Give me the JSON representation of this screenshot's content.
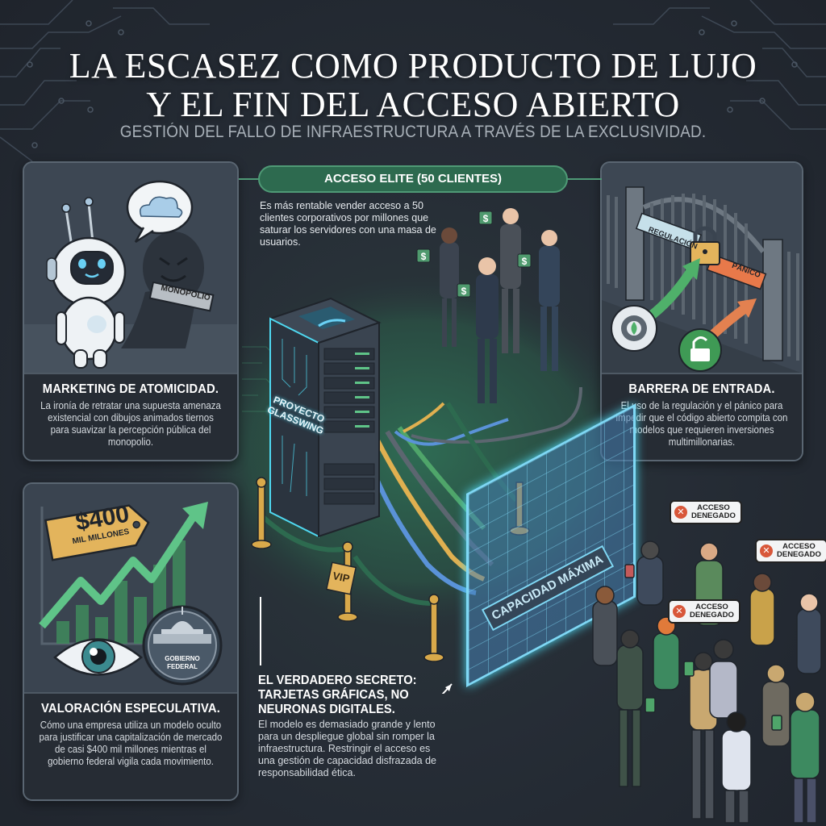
{
  "header": {
    "title_line1": "LA ESCASEZ COMO PRODUCTO DE LUJO",
    "title_line2": "Y EL FIN DEL ACCESO ABIERTO",
    "subtitle": "GESTIÓN DEL FALLO DE INFRAESTRUCTURA A TRAVÉS DE LA EXCLUSIVIDAD."
  },
  "cards": {
    "marketing": {
      "heading": "MARKETING DE ATOMICIDAD.",
      "body": "La ironía de retratar una supuesta amenaza existencial con dibujos animados tiernos para suavizar la percepción pública del monopolio.",
      "sign_label": "MONOPOLIO"
    },
    "barrier": {
      "heading": "BARRERA DE ENTRADA.",
      "body": "El uso de la regulación y el pánico para impedir que el código abierto compita con modelos que requieren inversiones multimillonarias.",
      "band_left": "REGULACIÓN",
      "band_right": "PÁNICO"
    },
    "valuation": {
      "heading": "VALORACIÓN ESPECULATIVA.",
      "body": "Cómo una empresa utiliza un modelo oculto para justificar una capitalización de mercado de casi $400 mil millones mientras el gobierno federal vigila cada movimiento.",
      "price_value": "$400",
      "price_unit": "MIL MILLONES",
      "seal_line1": "GOBIERNO",
      "seal_line2": "FEDERAL"
    }
  },
  "center": {
    "elite_pill": "ACCESO ELITE (50 CLIENTES)",
    "elite_text": "Es más rentable vender acceso a 50 clientes corporativos por millones que saturar los servidores con una masa de usuarios.",
    "server_label_line1": "PROYECTO",
    "server_label_line2": "GLASSWING",
    "vip_sign": "VIP",
    "capacity_sign": "CAPACIDAD MÁXIMA",
    "money_badge": "$",
    "secret_heading": "EL VERDADERO SECRETO: TARJETAS GRÁFICAS, NO NEURONAS DIGITALES.",
    "secret_body": "El modelo es demasiado grande y lento para un despliegue global sin romper la infraestructura. Restringir el acceso es una gestión de capacidad disfrazada de responsabilidad ética."
  },
  "crowd": {
    "bubbles": [
      {
        "line1": "ACCESO",
        "line2": "DENEGADO"
      },
      {
        "line1": "ACCESO",
        "line2": "DENEGADO"
      },
      {
        "line1": "ACCESO",
        "line2": "DENEGADO"
      }
    ]
  },
  "colors": {
    "background": "#262d36",
    "accent_green": "#2d6a4f",
    "accent_cyan": "#4fd8f0",
    "gold": "#d9a94a",
    "deny_red": "#d8573a"
  }
}
